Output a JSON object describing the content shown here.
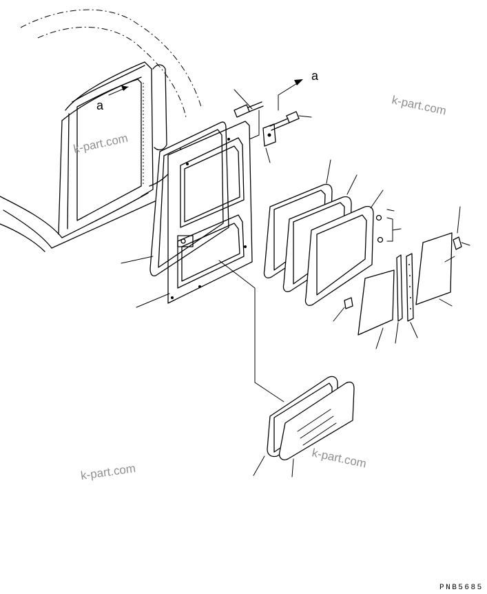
{
  "callouts": {
    "view_a_top": "a",
    "view_a_left": "a"
  },
  "watermarks": [
    "k-part.com",
    "k-part.com",
    "k-part.com",
    "k-part.com"
  ],
  "drawing_code": "PNB5685"
}
